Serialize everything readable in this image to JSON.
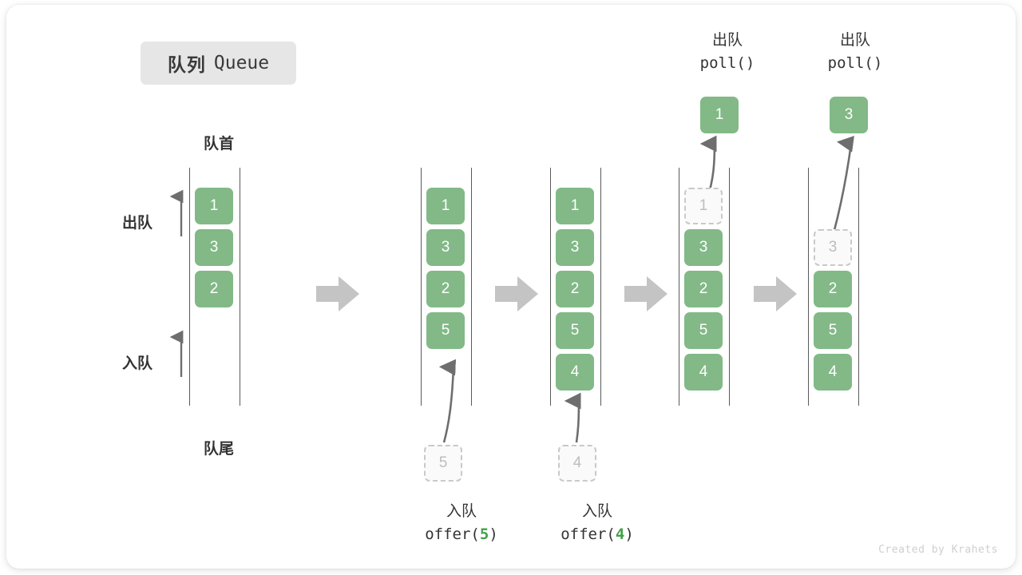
{
  "title": {
    "cn": "队列",
    "en": "Queue"
  },
  "labels": {
    "head": "队首",
    "tail": "队尾",
    "dequeue": "出队",
    "enqueue": "入队"
  },
  "colors": {
    "item_fill": "#82b987",
    "item_text": "#ffffff",
    "ghost_border": "#c9c9c9",
    "ghost_text": "#bdbdbd",
    "rail": "#5a5a5a",
    "block_arrow": "#c4c4c4",
    "arrow_stroke": "#6e6e6e",
    "badge_bg": "#e6e6e6",
    "accent_green": "#44a04b"
  },
  "steps": [
    {
      "name": "initial",
      "items": [
        "1",
        "3",
        "2"
      ]
    },
    {
      "name": "after-offer-5",
      "items": [
        "1",
        "3",
        "2",
        "5"
      ]
    },
    {
      "name": "after-offer-4",
      "items": [
        "1",
        "3",
        "2",
        "5",
        "4"
      ]
    },
    {
      "name": "poll-first",
      "items": [
        "3",
        "2",
        "5",
        "4"
      ],
      "removed": "1"
    },
    {
      "name": "poll-second",
      "items": [
        "2",
        "5",
        "4"
      ],
      "removed": "3"
    }
  ],
  "operations": {
    "offer5": {
      "cn": "入队",
      "fn": "offer(",
      "arg": "5",
      "close": ")",
      "ghost": "5"
    },
    "offer4": {
      "cn": "入队",
      "fn": "offer(",
      "arg": "4",
      "close": ")",
      "ghost": "4"
    },
    "poll1": {
      "cn": "出队",
      "code": "poll()",
      "value": "1",
      "ghost": "1"
    },
    "poll2": {
      "cn": "出队",
      "code": "poll()",
      "value": "3",
      "ghost": "3"
    }
  },
  "watermark": "Created by Krahets"
}
